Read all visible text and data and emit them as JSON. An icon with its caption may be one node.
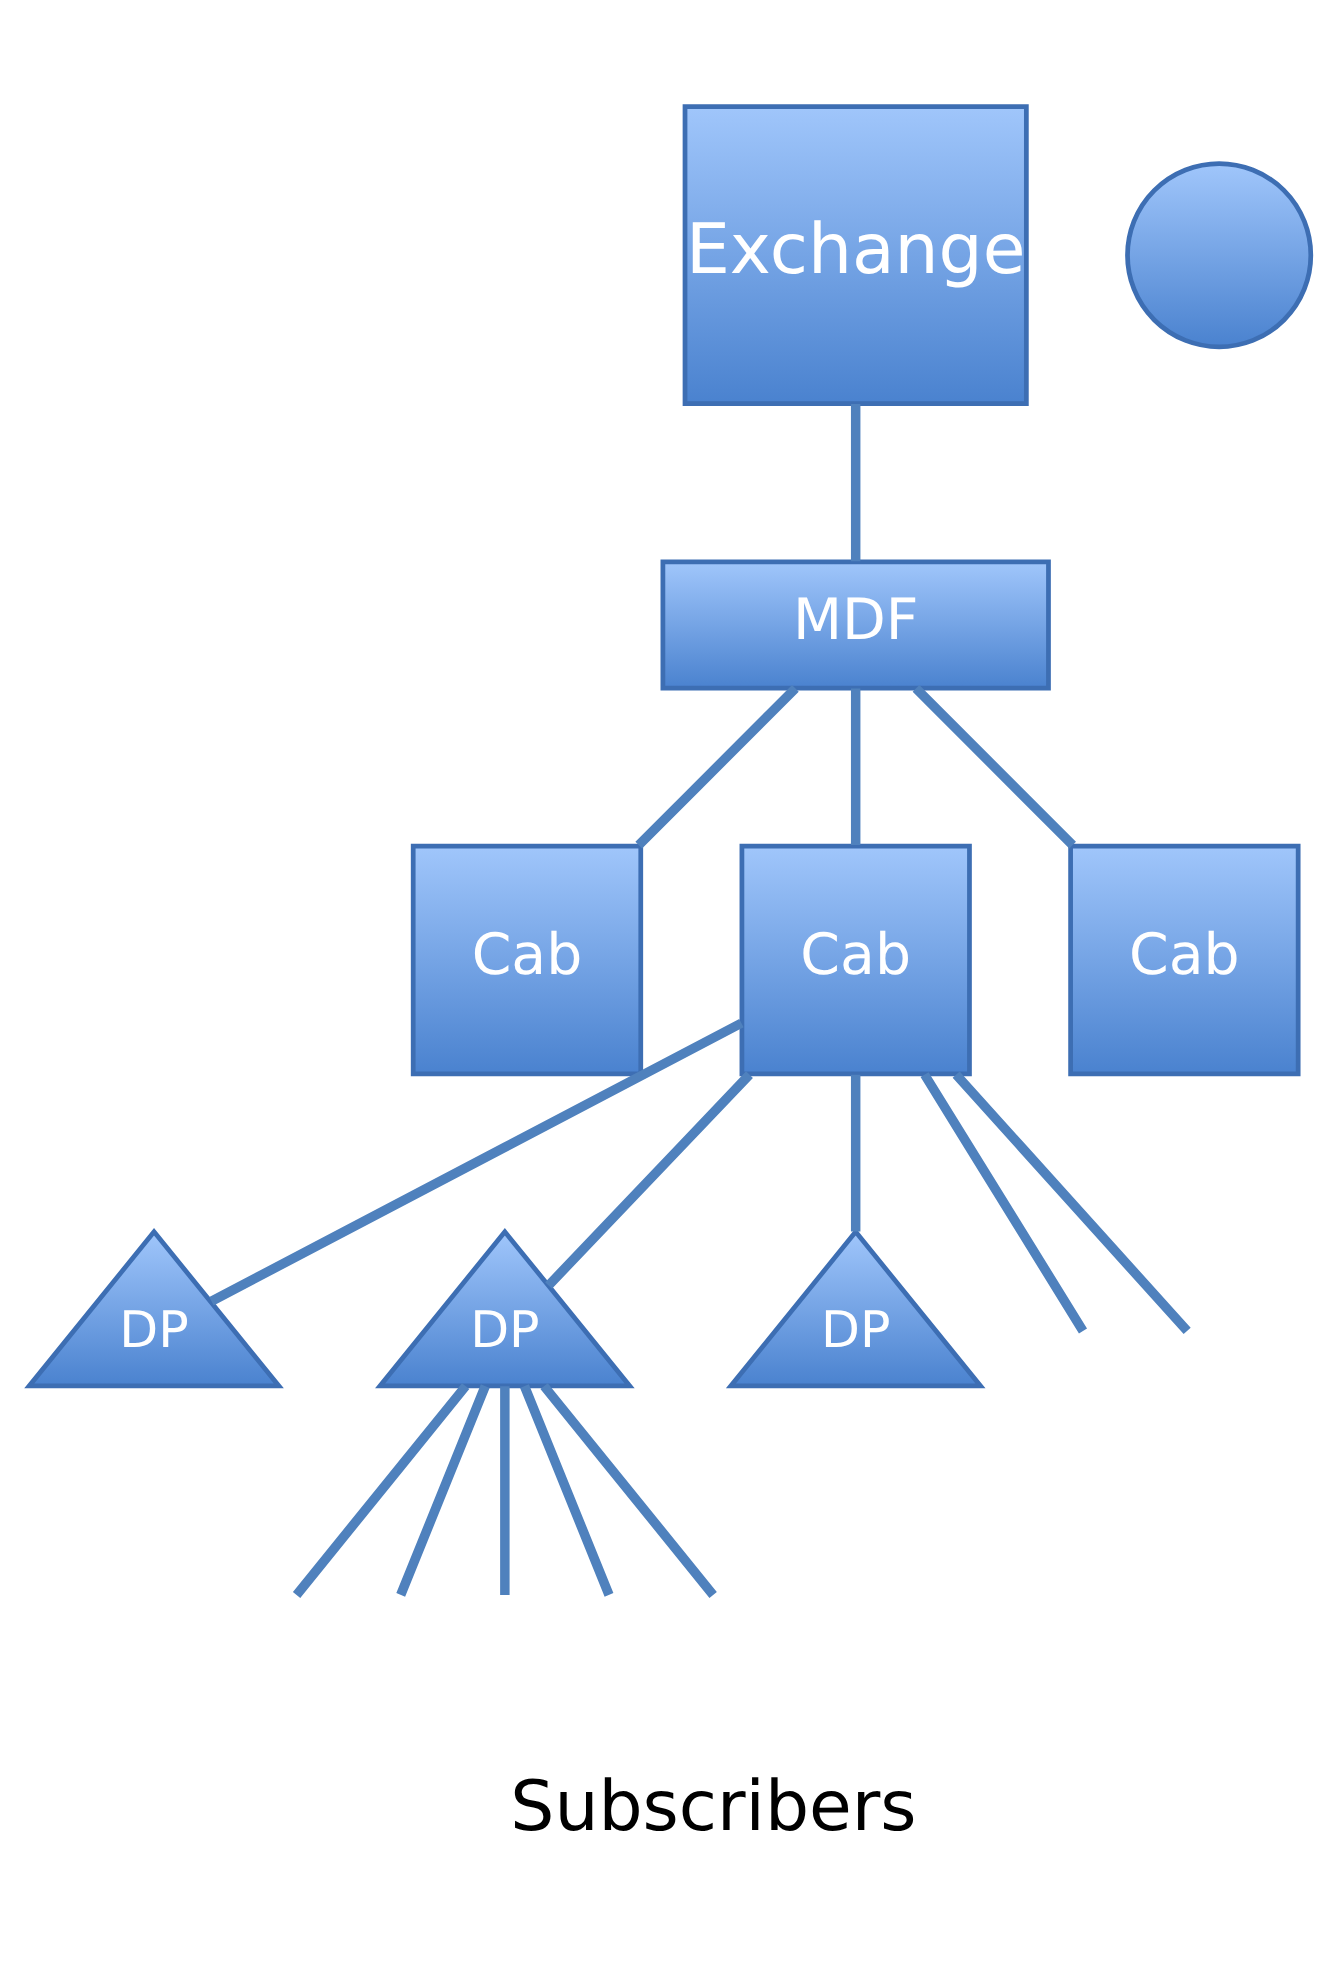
{
  "diagram": {
    "nodes": [
      {
        "text": [
          "Exchange"
        ]
      },
      {
        "text": [
          "MDF"
        ]
      },
      {
        "text": [
          "Cab"
        ]
      },
      {
        "text": [
          "Cab"
        ]
      },
      {
        "text": [
          "Cab"
        ]
      },
      {
        "text": [
          "DP"
        ]
      },
      {
        "text": [
          "DP"
        ]
      },
      {
        "text": [
          "DP"
        ]
      },
      {
        "text": [],
        "shape": "circle"
      }
    ],
    "edges": [
      {
        "from": 0,
        "to": 1,
        "arrow": "none"
      },
      {
        "from": 1,
        "to": 2,
        "arrow": "none"
      },
      {
        "from": 1,
        "to": 3,
        "arrow": "none"
      },
      {
        "from": 1,
        "to": 4,
        "arrow": "none"
      },
      {
        "from": 3,
        "to": null,
        "arrow": "none"
      },
      {
        "from": 3,
        "to": 5,
        "arrow": "none"
      },
      {
        "from": 3,
        "to": 6,
        "arrow": "none"
      },
      {
        "from": 3,
        "to": 7,
        "arrow": "none"
      },
      {
        "from": 3,
        "to": null,
        "arrow": "none"
      },
      {
        "from": 6,
        "to": null,
        "arrow": "none"
      },
      {
        "from": 6,
        "to": null,
        "arrow": "none"
      },
      {
        "from": 6,
        "to": null,
        "arrow": "none"
      },
      {
        "from": 6,
        "to": null,
        "arrow": "none"
      },
      {
        "from": 6,
        "to": null,
        "arrow": "none"
      }
    ],
    "labels": [
      "Subscribers"
    ]
  }
}
